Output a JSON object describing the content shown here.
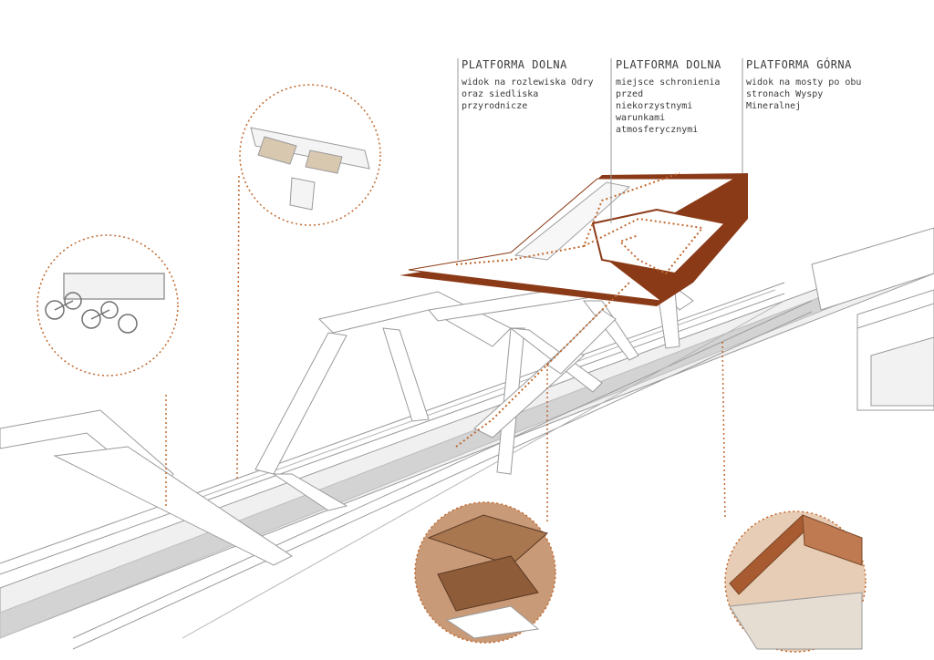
{
  "annotations": [
    {
      "title": "PLATFORMA DOLNA",
      "desc": "widok na rozlewiska Odry\noraz siedliska przyrodnicze"
    },
    {
      "title": "PLATFORMA DOLNA",
      "desc": "miejsce schronienia przed\nniekorzystnymi warunkami\natmosferycznymi"
    },
    {
      "title": "PLATFORMA GÓRNA",
      "desc": "widok na mosty po obu\nstronach Wyspy Mineralnej"
    }
  ],
  "colors": {
    "accent": "#8b3a17",
    "leader": "#c0682e",
    "line": "#9a9a9a",
    "deck": "#d9d9d9",
    "wood": "#a8764f"
  }
}
